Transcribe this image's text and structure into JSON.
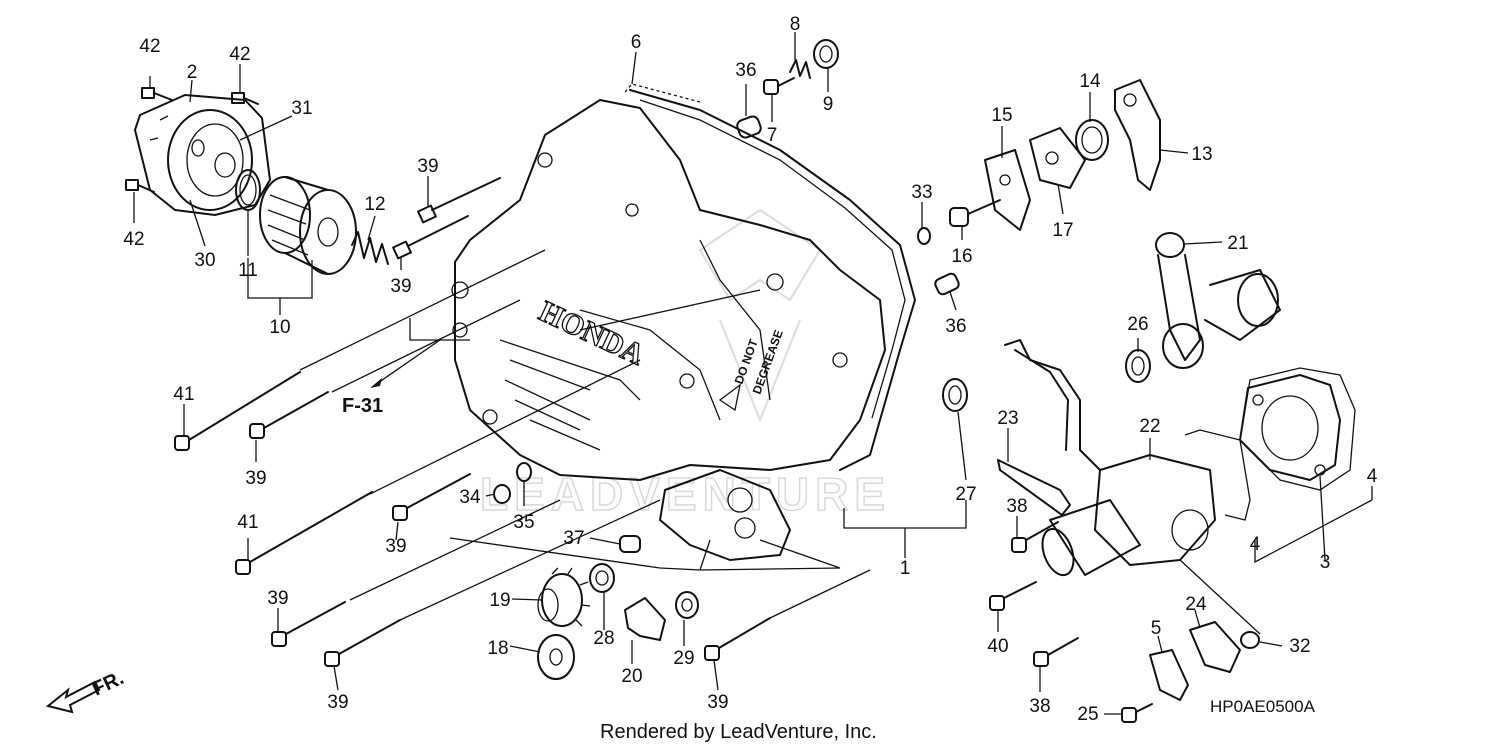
{
  "diagram": {
    "callouts": [
      {
        "id": "c42a",
        "text": "42"
      },
      {
        "id": "c2",
        "text": "2"
      },
      {
        "id": "c42b",
        "text": "42"
      },
      {
        "id": "c31",
        "text": "31"
      },
      {
        "id": "c42c",
        "text": "42"
      },
      {
        "id": "c30",
        "text": "30"
      },
      {
        "id": "c11",
        "text": "11"
      },
      {
        "id": "c12",
        "text": "12"
      },
      {
        "id": "c10",
        "text": "10"
      },
      {
        "id": "c39a",
        "text": "39"
      },
      {
        "id": "c39b",
        "text": "39"
      },
      {
        "id": "c6",
        "text": "6"
      },
      {
        "id": "c8",
        "text": "8"
      },
      {
        "id": "c36a",
        "text": "36"
      },
      {
        "id": "c9",
        "text": "9"
      },
      {
        "id": "c7",
        "text": "7"
      },
      {
        "id": "c15",
        "text": "15"
      },
      {
        "id": "c14",
        "text": "14"
      },
      {
        "id": "c13",
        "text": "13"
      },
      {
        "id": "c33",
        "text": "33"
      },
      {
        "id": "c16",
        "text": "16"
      },
      {
        "id": "c17",
        "text": "17"
      },
      {
        "id": "c36b",
        "text": "36"
      },
      {
        "id": "c21",
        "text": "21"
      },
      {
        "id": "c26",
        "text": "26"
      },
      {
        "id": "c41a",
        "text": "41"
      },
      {
        "id": "c39c",
        "text": "39"
      },
      {
        "id": "c34",
        "text": "34"
      },
      {
        "id": "c35",
        "text": "35"
      },
      {
        "id": "c27",
        "text": "27"
      },
      {
        "id": "c23",
        "text": "23"
      },
      {
        "id": "c22",
        "text": "22"
      },
      {
        "id": "c4a",
        "text": "4"
      },
      {
        "id": "c41b",
        "text": "41"
      },
      {
        "id": "c39d",
        "text": "39"
      },
      {
        "id": "c37",
        "text": "37"
      },
      {
        "id": "c1",
        "text": "1"
      },
      {
        "id": "c38a",
        "text": "38"
      },
      {
        "id": "c4b",
        "text": "4"
      },
      {
        "id": "c3",
        "text": "3"
      },
      {
        "id": "c39e",
        "text": "39"
      },
      {
        "id": "c19",
        "text": "19"
      },
      {
        "id": "c28",
        "text": "28"
      },
      {
        "id": "c18",
        "text": "18"
      },
      {
        "id": "c20",
        "text": "20"
      },
      {
        "id": "c29",
        "text": "29"
      },
      {
        "id": "c39f",
        "text": "39"
      },
      {
        "id": "c40",
        "text": "40"
      },
      {
        "id": "c24",
        "text": "24"
      },
      {
        "id": "c5",
        "text": "5"
      },
      {
        "id": "c32",
        "text": "32"
      },
      {
        "id": "c39g",
        "text": "39"
      },
      {
        "id": "c38b",
        "text": "38"
      },
      {
        "id": "c25",
        "text": "25"
      }
    ],
    "frame_ref": "F-31",
    "direction_label": "FR.",
    "brand_text": "HONDA",
    "cover_text_1": "DO NOT",
    "cover_text_2": "DEGREASE",
    "watermark": "LEADVENTURE",
    "credit": "Rendered by LeadVenture, Inc.",
    "diagram_code": "HP0AE0500A"
  }
}
